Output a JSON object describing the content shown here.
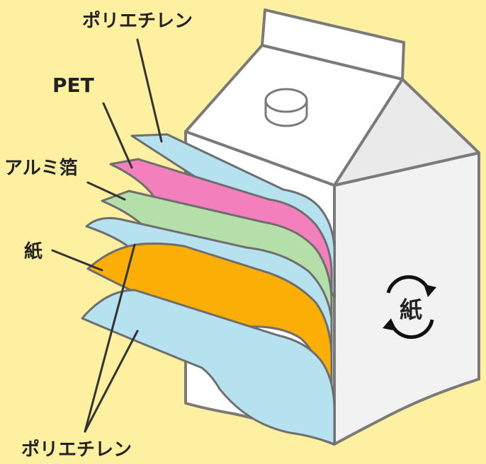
{
  "labels": {
    "top_polyethylene": "ポリエチレン",
    "pet": "PET",
    "aluminum_foil": "アルミ箔",
    "paper": "紙",
    "bottom_polyethylene": "ポリエチレン",
    "recycle_mark": "紙"
  },
  "colors": {
    "background": "#FDF0A0",
    "carton": "#FFFFFF",
    "carton_shade": "#EAEAEA",
    "outline": "#7A7A7A",
    "polyethylene": "#B5E2EE",
    "pet": "#F47FBD",
    "aluminum_foil": "#B4DFA8",
    "paper": "#FBAE05",
    "leader_line": "#333333"
  }
}
